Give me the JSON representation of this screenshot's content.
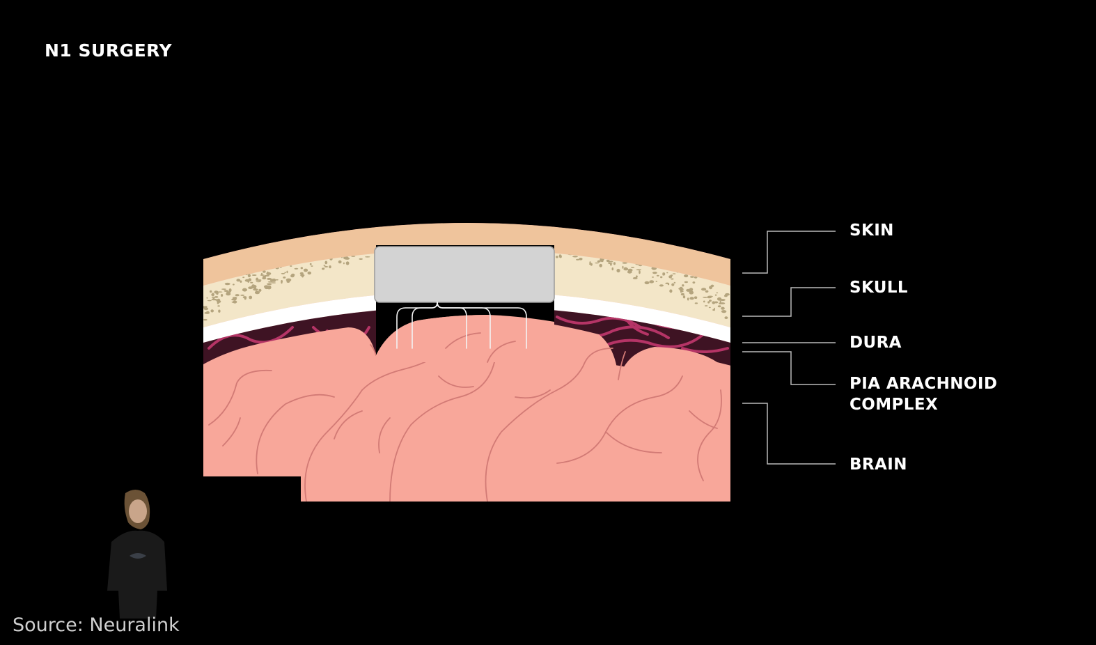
{
  "slide": {
    "title": "N1 SURGERY",
    "source": "Source: Neuralink"
  },
  "layers": {
    "skin": "SKIN",
    "skull": "SKULL",
    "dura": "DURA",
    "pia_line1": "PIA ARACHNOID",
    "pia_line2": "COMPLEX",
    "brain": "BRAIN"
  },
  "colors": {
    "skin": "#EFC49C",
    "skull": "#F3E6C8",
    "bone_spots": "#B4A47E",
    "dura": "#FFFFFF",
    "pia": "#3E1323",
    "pia_vessels": "#B53466",
    "brain": "#F8A79A",
    "brain_folds": "#D27A75",
    "implant": "#D3D3D3",
    "threads": "#F4F4F4",
    "leader_lines": "#BBBBBB"
  },
  "icons": {
    "implant": "implant-device-icon",
    "threads": "electrode-threads-icon"
  }
}
